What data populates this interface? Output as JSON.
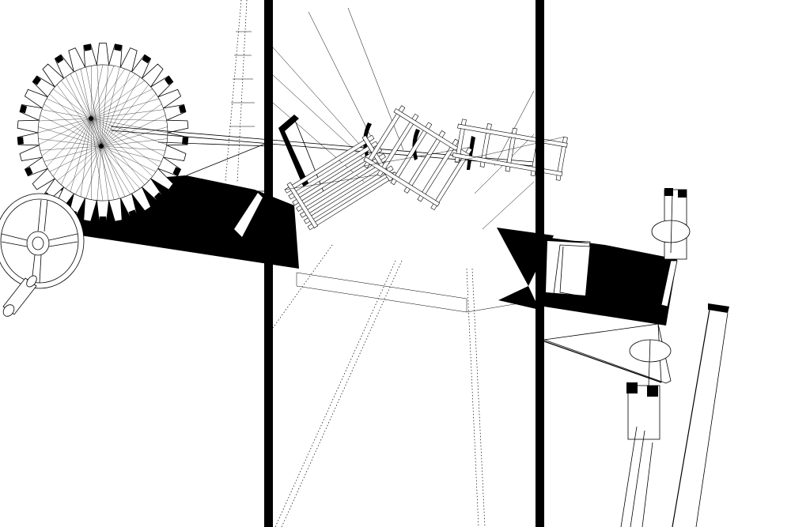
{
  "image": {
    "domain": "Diagram",
    "colors": {
      "ink": "#000000",
      "paper": "#ffffff"
    },
    "panels": [
      {
        "name": "left-panel"
      },
      {
        "name": "middle-panel"
      },
      {
        "name": "right-panel"
      }
    ],
    "components": [
      {
        "name": "gear-wheel-icon"
      },
      {
        "name": "hand-wheel-icon"
      },
      {
        "name": "crank-handle-icon"
      },
      {
        "name": "slanted-block-left"
      },
      {
        "name": "hanging-frame-icon"
      },
      {
        "name": "hook-icon"
      },
      {
        "name": "support-rail"
      },
      {
        "name": "slanted-block-right"
      },
      {
        "name": "post-icon"
      }
    ]
  }
}
